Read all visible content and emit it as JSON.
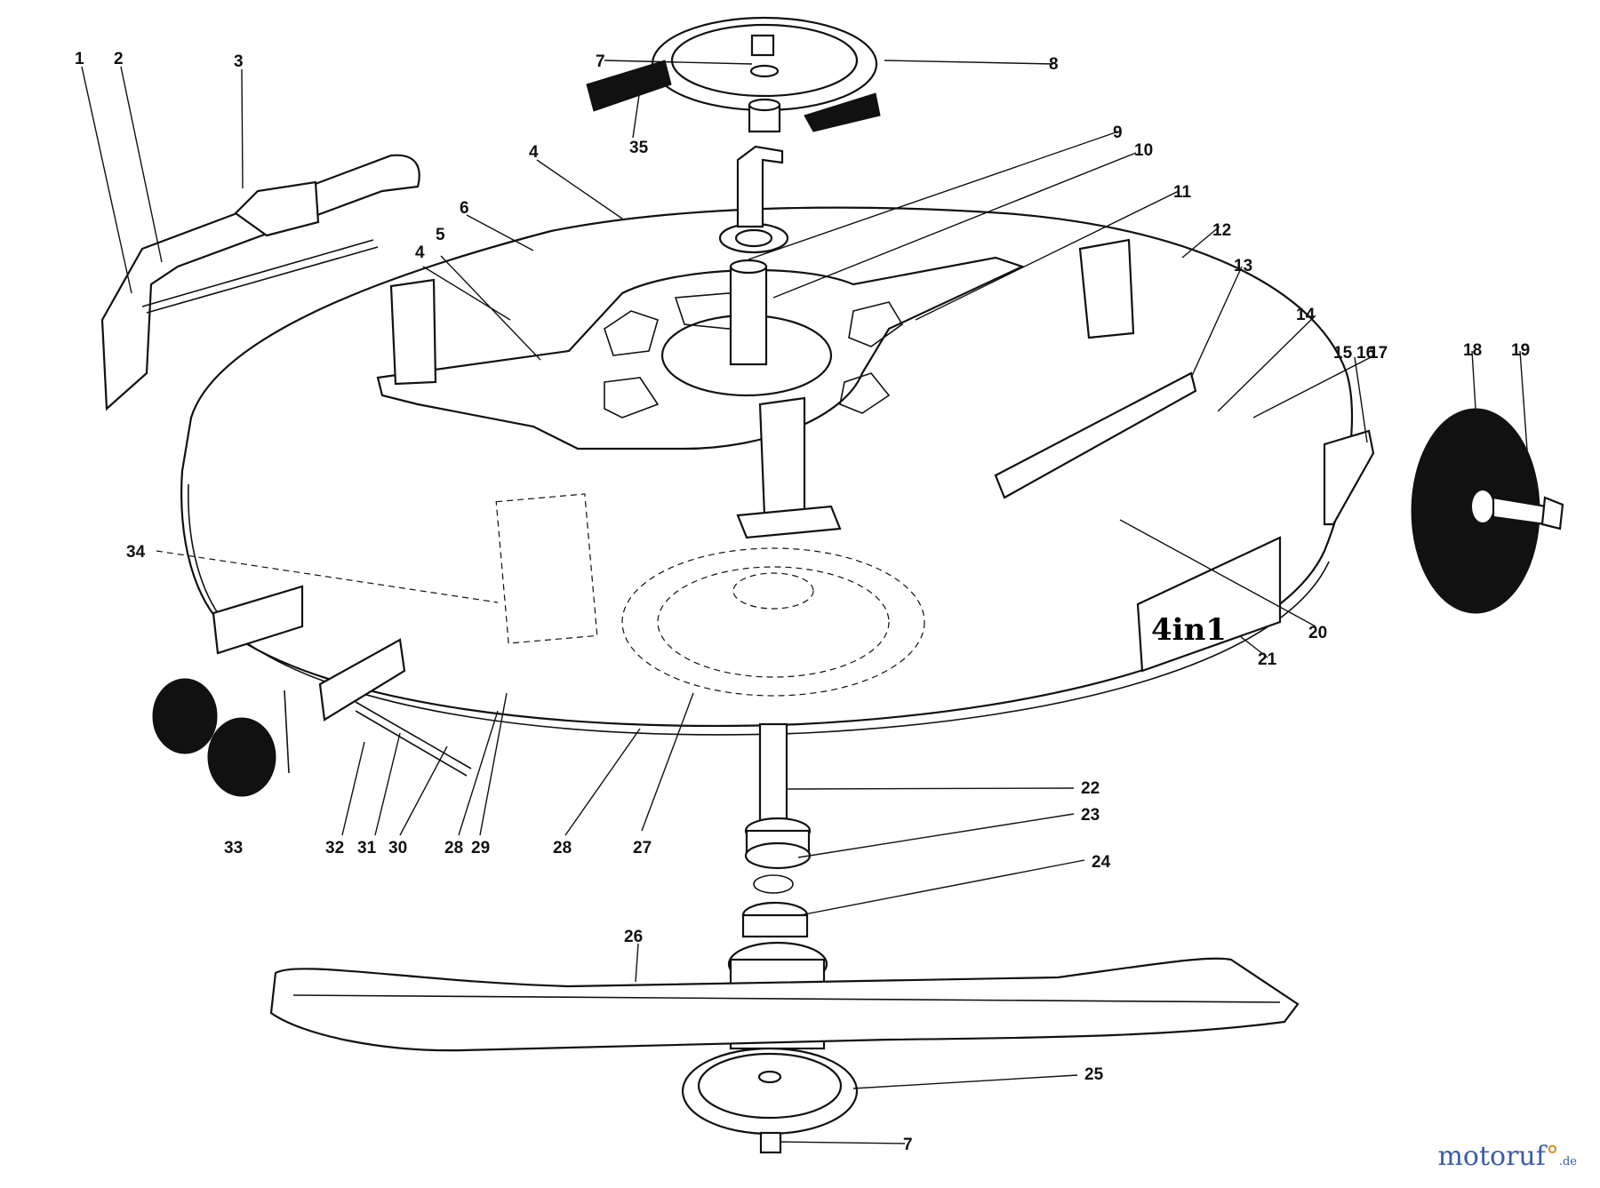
{
  "callouts": [
    "1",
    "2",
    "3",
    "4",
    "4",
    "5",
    "6",
    "7",
    "7",
    "8",
    "9",
    "10",
    "11",
    "12",
    "13",
    "14",
    "15",
    "16",
    "17",
    "18",
    "19",
    "20",
    "21",
    "22",
    "23",
    "24",
    "25",
    "26",
    "27",
    "28",
    "28",
    "29",
    "30",
    "31",
    "32",
    "33",
    "34",
    "35"
  ],
  "deck_decal": "4in1",
  "watermark": {
    "brand": "motoruf",
    "accent": "°",
    "tld": ".de"
  },
  "colors": {
    "line": "#111111",
    "background": "#ffffff",
    "watermark_blue": "#3a5da8",
    "watermark_orange": "#e08a1e"
  }
}
